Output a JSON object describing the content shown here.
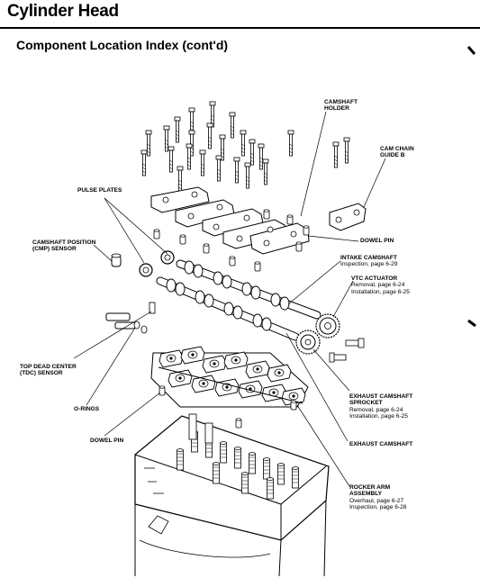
{
  "header": {
    "title": "Cylinder Head",
    "subtitle": "Component Location Index (cont'd)"
  },
  "labels": {
    "camshaft_holder": [
      "CAMSHAFT",
      "HOLDER"
    ],
    "cam_chain_guide_b": [
      "CAM CHAIN",
      "GUIDE B"
    ],
    "pulse_plates": "PULSE PLATES",
    "dowel_pin_upper": "DOWEL PIN",
    "cmp_sensor": [
      "CAMSHAFT POSITION",
      "(CMP) SENSOR"
    ],
    "intake_camshaft": {
      "name": "INTAKE CAMSHAFT",
      "notes": [
        "Inspection, page 6-29"
      ]
    },
    "vtc_actuator": {
      "name": "VTC ACTUATOR",
      "notes": [
        "Removal, page 6-24",
        "Installation, page 6-25"
      ]
    },
    "tdc_sensor": [
      "TOP DEAD CENTER",
      "(TDC) SENSOR"
    ],
    "o_rings": "O-RINGS",
    "exhaust_camshaft_sprocket": {
      "name": [
        "EXHAUST CAMSHAFT",
        "SPROCKET"
      ],
      "notes": [
        "Removal, page 6-24",
        "Installation, page 6-25"
      ]
    },
    "dowel_pin_lower": "DOWEL PIN",
    "exhaust_camshaft": "EXHAUST CAMSHAFT",
    "rocker_arm_assembly": {
      "name": [
        "ROCKER ARM",
        "ASSEMBLY"
      ],
      "notes": [
        "Overhaul, page 6-27",
        "Inspection, page 6-28"
      ]
    }
  }
}
